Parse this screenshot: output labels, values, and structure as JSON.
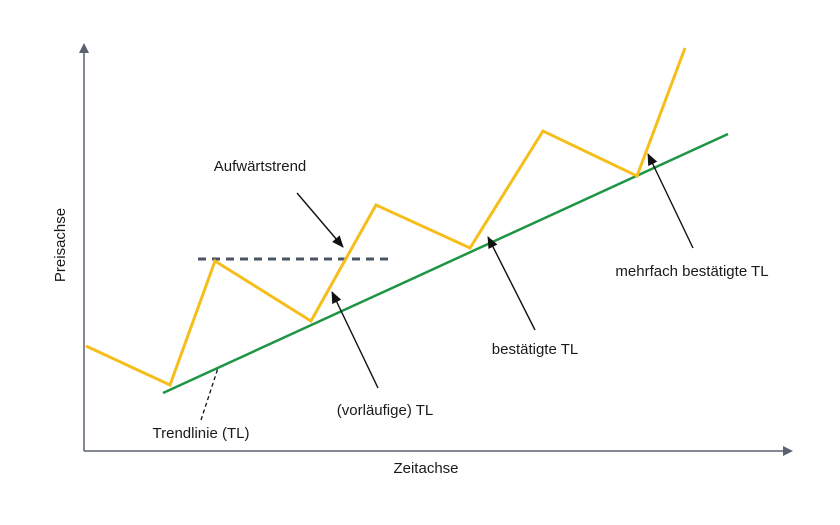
{
  "labels": {
    "y_axis": "Preisachse",
    "x_axis": "Zeitachse",
    "uptrend": "Aufwärtstrend",
    "trendline": "Trendlinie (TL)",
    "provisional": "(vorläufige) TL",
    "confirmed": "bestätigte TL",
    "multi_confirmed": "mehrfach bestätigte TL"
  },
  "colors": {
    "price": "#F5BE1B",
    "trendline": "#1E9445",
    "resistance": "#4A5563",
    "axis": "#5A6270",
    "arrow": "#111111"
  }
}
